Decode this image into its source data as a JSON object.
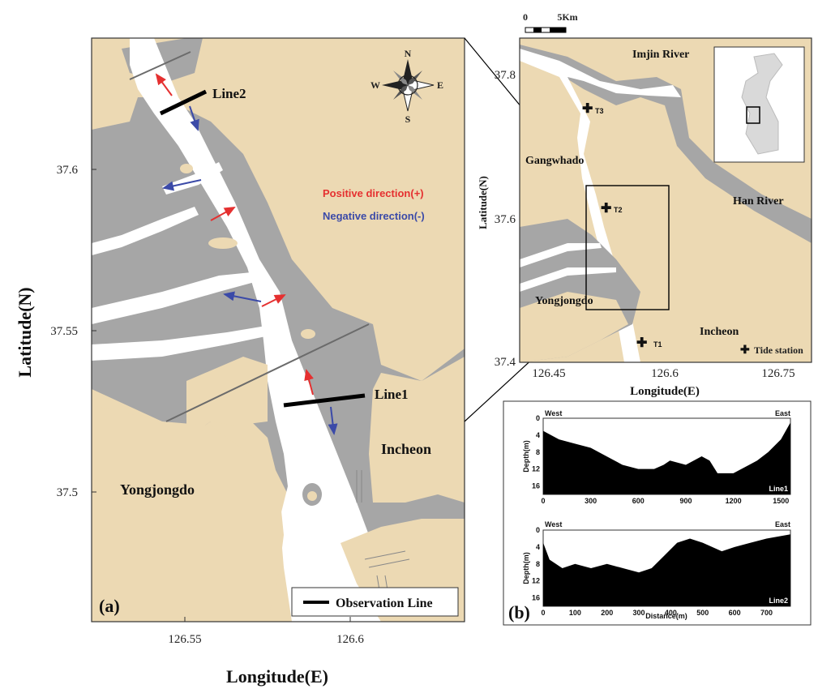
{
  "panel_a": {
    "label": "(a)",
    "xlabel": "Longitude(E)",
    "ylabel": "Latitude(N)",
    "xticks": [
      "126.55",
      "126.6"
    ],
    "yticks": [
      "37.6",
      "37.55",
      "37.5"
    ],
    "places": {
      "yongjongdo": "Yongjongdo",
      "incheon": "Incheon",
      "line1": "Line1",
      "line2": "Line2"
    },
    "legend": {
      "positive": "Positive direction(+)",
      "negative": "Negative direction(-)",
      "observation": "Observation Line"
    },
    "compass": {
      "n": "N",
      "s": "S",
      "e": "E",
      "w": "W"
    },
    "colors": {
      "land": "#ecd9b3",
      "shallow": "#a6a6a6",
      "water": "#ffffff",
      "positive": "#e53030",
      "negative": "#3b4aa8"
    }
  },
  "panel_b": {
    "label": "(b)",
    "xlabel": "Longitude(E)",
    "ylabel": "Latitude(N)",
    "xticks": [
      "126.45",
      "126.6",
      "126.75"
    ],
    "yticks": [
      "37.8",
      "37.6",
      "37.4"
    ],
    "scale": {
      "start": "0",
      "end": "5Km"
    },
    "places": {
      "imjin": "Imjin River",
      "han": "Han River",
      "gangwhado": "Gangwhado",
      "yongjongdo": "Yongjongdo",
      "incheon": "Incheon"
    },
    "stations": [
      "T1",
      "T2",
      "T3"
    ],
    "tide_legend": "Tide station"
  },
  "profiles": {
    "ylabel": "Depth(m)",
    "xlabel": "Distance(m)",
    "yticks": [
      "0",
      "4",
      "8",
      "12",
      "16"
    ],
    "line1": {
      "name": "Line1",
      "west": "West",
      "east": "East",
      "xticks": [
        "0",
        "300",
        "600",
        "900",
        "1200",
        "1500"
      ]
    },
    "line2": {
      "name": "Line2",
      "west": "West",
      "east": "East",
      "xticks": [
        "0",
        "100",
        "200",
        "300",
        "400",
        "500",
        "600",
        "700"
      ]
    }
  },
  "chart_data": [
    {
      "type": "area",
      "title": "",
      "series": [
        {
          "name": "Line1",
          "x": [
            0,
            100,
            200,
            300,
            400,
            500,
            600,
            700,
            760,
            800,
            900,
            1000,
            1050,
            1100,
            1200,
            1300,
            1350,
            1420,
            1500,
            1560
          ],
          "values": [
            3,
            5,
            6,
            7,
            9,
            11,
            12,
            12,
            11,
            10,
            11,
            9,
            10,
            13,
            13,
            11,
            10,
            8,
            5,
            1
          ]
        }
      ],
      "xlabel": "",
      "ylabel": "Depth(m)",
      "xlim": [
        0,
        1560
      ],
      "ylim": [
        0,
        18
      ]
    },
    {
      "type": "area",
      "title": "",
      "series": [
        {
          "name": "Line2",
          "x": [
            0,
            20,
            60,
            100,
            150,
            200,
            250,
            300,
            340,
            380,
            420,
            460,
            500,
            560,
            600,
            650,
            700,
            775
          ],
          "values": [
            3,
            7,
            9,
            8,
            9,
            8,
            9,
            10,
            9,
            6,
            3,
            2,
            3,
            5,
            4,
            3,
            2,
            1
          ]
        }
      ],
      "xlabel": "Distance(m)",
      "ylabel": "",
      "xlim": [
        0,
        775
      ],
      "ylim": [
        0,
        18
      ]
    }
  ]
}
